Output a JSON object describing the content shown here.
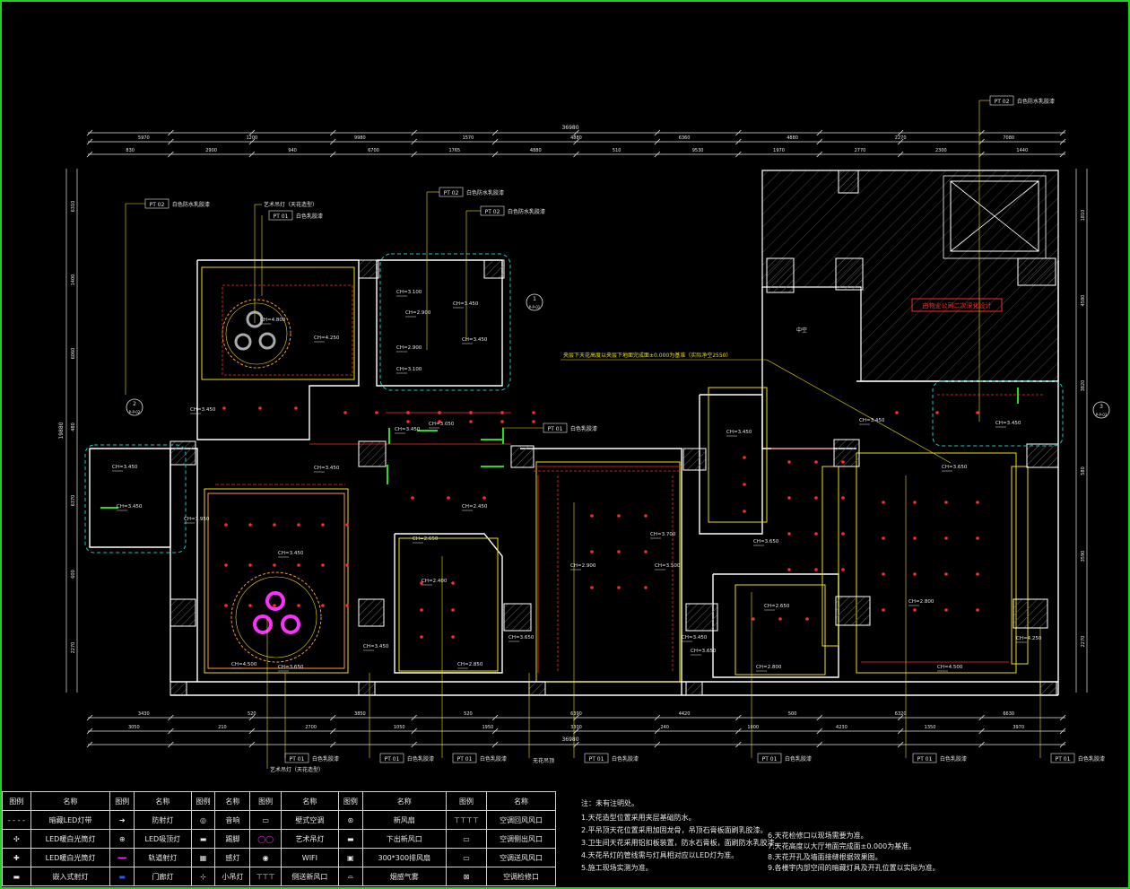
{
  "plan": {
    "overall_dim_top": "36980",
    "overall_dim_bottom": "36980",
    "overall_dim_left": "19880",
    "top_dims_row1": [
      "5970",
      "1200",
      "9980",
      "1570",
      "4880",
      "6360",
      "4880",
      "2270",
      "7080"
    ],
    "top_dims_row2": [
      "830",
      "2900",
      "940",
      "6700",
      "1765",
      "4880",
      "510",
      "9530",
      "1970",
      "2770",
      "2300",
      "1440"
    ],
    "bottom_dims_row1": [
      "3430",
      "520",
      "3850",
      "520",
      "6390",
      "4420",
      "500",
      "6320",
      "6630"
    ],
    "bottom_dims_row2": [
      "3050",
      "210",
      "2700",
      "1050",
      "1950",
      "3300",
      "240",
      "1000",
      "4230",
      "1350",
      "3970"
    ],
    "left_dims": [
      "6310",
      "1400",
      "6060",
      "480",
      "6370",
      "600",
      "2270"
    ],
    "right_dims": [
      "1810",
      "4580",
      "3820",
      "580",
      "3590",
      "2270"
    ],
    "callouts": {
      "c1_code": "PT 02",
      "c1_text": "白色防水乳胶漆",
      "c2_code": "PT 02",
      "c2_text": "白色防水乳胶漆",
      "c3_code": "PT 02",
      "c3_text": "白色防水乳胶漆",
      "c4_code": "PT 02",
      "c4_text": "白色防水乳胶漆",
      "c5_code": "PT 01",
      "c5_text": "白色乳胶漆",
      "c6_code": "PT 01",
      "c6_text": "白色乳胶漆",
      "art1_text": "艺术吊灯（天花造型）",
      "b1_code": "PT 01",
      "b1_text": "白色乳胶漆",
      "b2_code": "PT 01",
      "b2_text": "白色乳胶漆",
      "b3_code": "PT 01",
      "b3_text": "白色乳胶漆",
      "b4_code": "PT 01",
      "b4_text": "白色乳胶漆",
      "b5_code": "PT 01",
      "b5_text": "白色乳胶漆",
      "b6_code": "PT 01",
      "b6_text": "白色乳胶漆",
      "b7_code": "PT 01",
      "b7_text": "白色乳胶漆",
      "art2_text": "艺术吊灯（天花造型）",
      "nosign_text": "无花吊顶"
    },
    "section_marks": [
      {
        "num": "1",
        "sub": "P-P-01"
      },
      {
        "num": "2",
        "sub": "P-P-02"
      },
      {
        "num": "3",
        "sub": "P-P-03"
      }
    ],
    "note_line": "夹层下天花高度以夹层下地面完成面±0.000为基准（实际净空2550）",
    "red_box": "由物业公司二次深化设计",
    "shaft_label": "中空",
    "ch_labels": [
      "CH=3.450",
      "CH=3.450",
      "CH=4.250",
      "CH=4.800",
      "CH=2.900",
      "CH=2.900",
      "CH=3.100",
      "CH=3.100",
      "CH=3.450",
      "CH=3.450",
      "CH=3.450",
      "CH=3.450",
      "CH=3.450",
      "CH=3.650",
      "CH=4.500",
      "CH=3.450",
      "CH=2.900",
      "CH=2.650",
      "CH=2.400",
      "CH=2.850",
      "CH=2.800",
      "CH=4.250",
      "CH=4.500",
      "CH=3.650",
      "CH=3.450",
      "CH=3.650",
      "CH=3.450",
      "CH=3.650",
      "CH=2.650",
      "CH=2.800",
      "CH=3.650",
      "CH=3.450",
      "CH=3.950",
      "CH=3.700",
      "CH=3.500",
      "CH=2.450",
      "CH=3.450",
      "CH=3.450",
      "CH=3.050"
    ]
  },
  "legend": {
    "headers": [
      "图例",
      "名称",
      "图例",
      "名称",
      "图例",
      "名称",
      "图例",
      "名称",
      "图例",
      "名称",
      "图例",
      "名称"
    ],
    "rows": [
      [
        "",
        "暗藏LED灯带",
        "",
        "防射灯",
        "",
        "音响",
        "",
        "壁式空调",
        "",
        "新风扇",
        "",
        "空调回风风口"
      ],
      [
        "",
        "LED暖白光筒灯",
        "",
        "LED吸顶灯",
        "",
        "踢脚",
        "",
        "艺术吊灯",
        "",
        "下出新风口",
        "",
        "空调侧出风口"
      ],
      [
        "",
        "LED暖白光筒灯",
        "",
        "轨道射灯",
        "",
        "感灯",
        "",
        "WIFI",
        "",
        "300*300排风扇",
        "",
        "空调送风风口"
      ],
      [
        "",
        "嵌入式射灯",
        "",
        "门廊灯",
        "",
        "小吊灯",
        "",
        "侧送新风口",
        "",
        "烟感气雾",
        "",
        "空调检修口"
      ]
    ]
  },
  "notes": {
    "title": "注：未有注明处。",
    "left": [
      "1.天花造型位置采用夹层基础防水。",
      "2.平吊顶天花位置采用加固龙骨，吊顶石膏板面刷乳胶漆。",
      "3.卫生间天花采用铝扣板装置，防水石膏板，面刷防水乳胶漆。",
      "4.天花吊灯的管线需与灯具相对应以LED灯为准。",
      "5.施工现场实测为准。"
    ],
    "right": [
      "6.天花检修口以现场需要为准。",
      "7.天花高度以大厅地面完成面±0.000为基准。",
      "8.天花开孔及墙面接缝根据效果图。",
      "9.各楼宇内部空间的暗藏灯具及开孔位置以实际为准。"
    ]
  },
  "colors": {
    "frame": "#1fd21f",
    "dim": "#e6e6e6",
    "wall": "#ffffff",
    "ceiling_line": "#ff2a2a",
    "accent_yellow": "#f0e000",
    "cyan": "#19c8c8",
    "magenta": "#ff30ff",
    "green": "#20e020",
    "orange": "#ff9a2a",
    "hatch": "#555555"
  }
}
